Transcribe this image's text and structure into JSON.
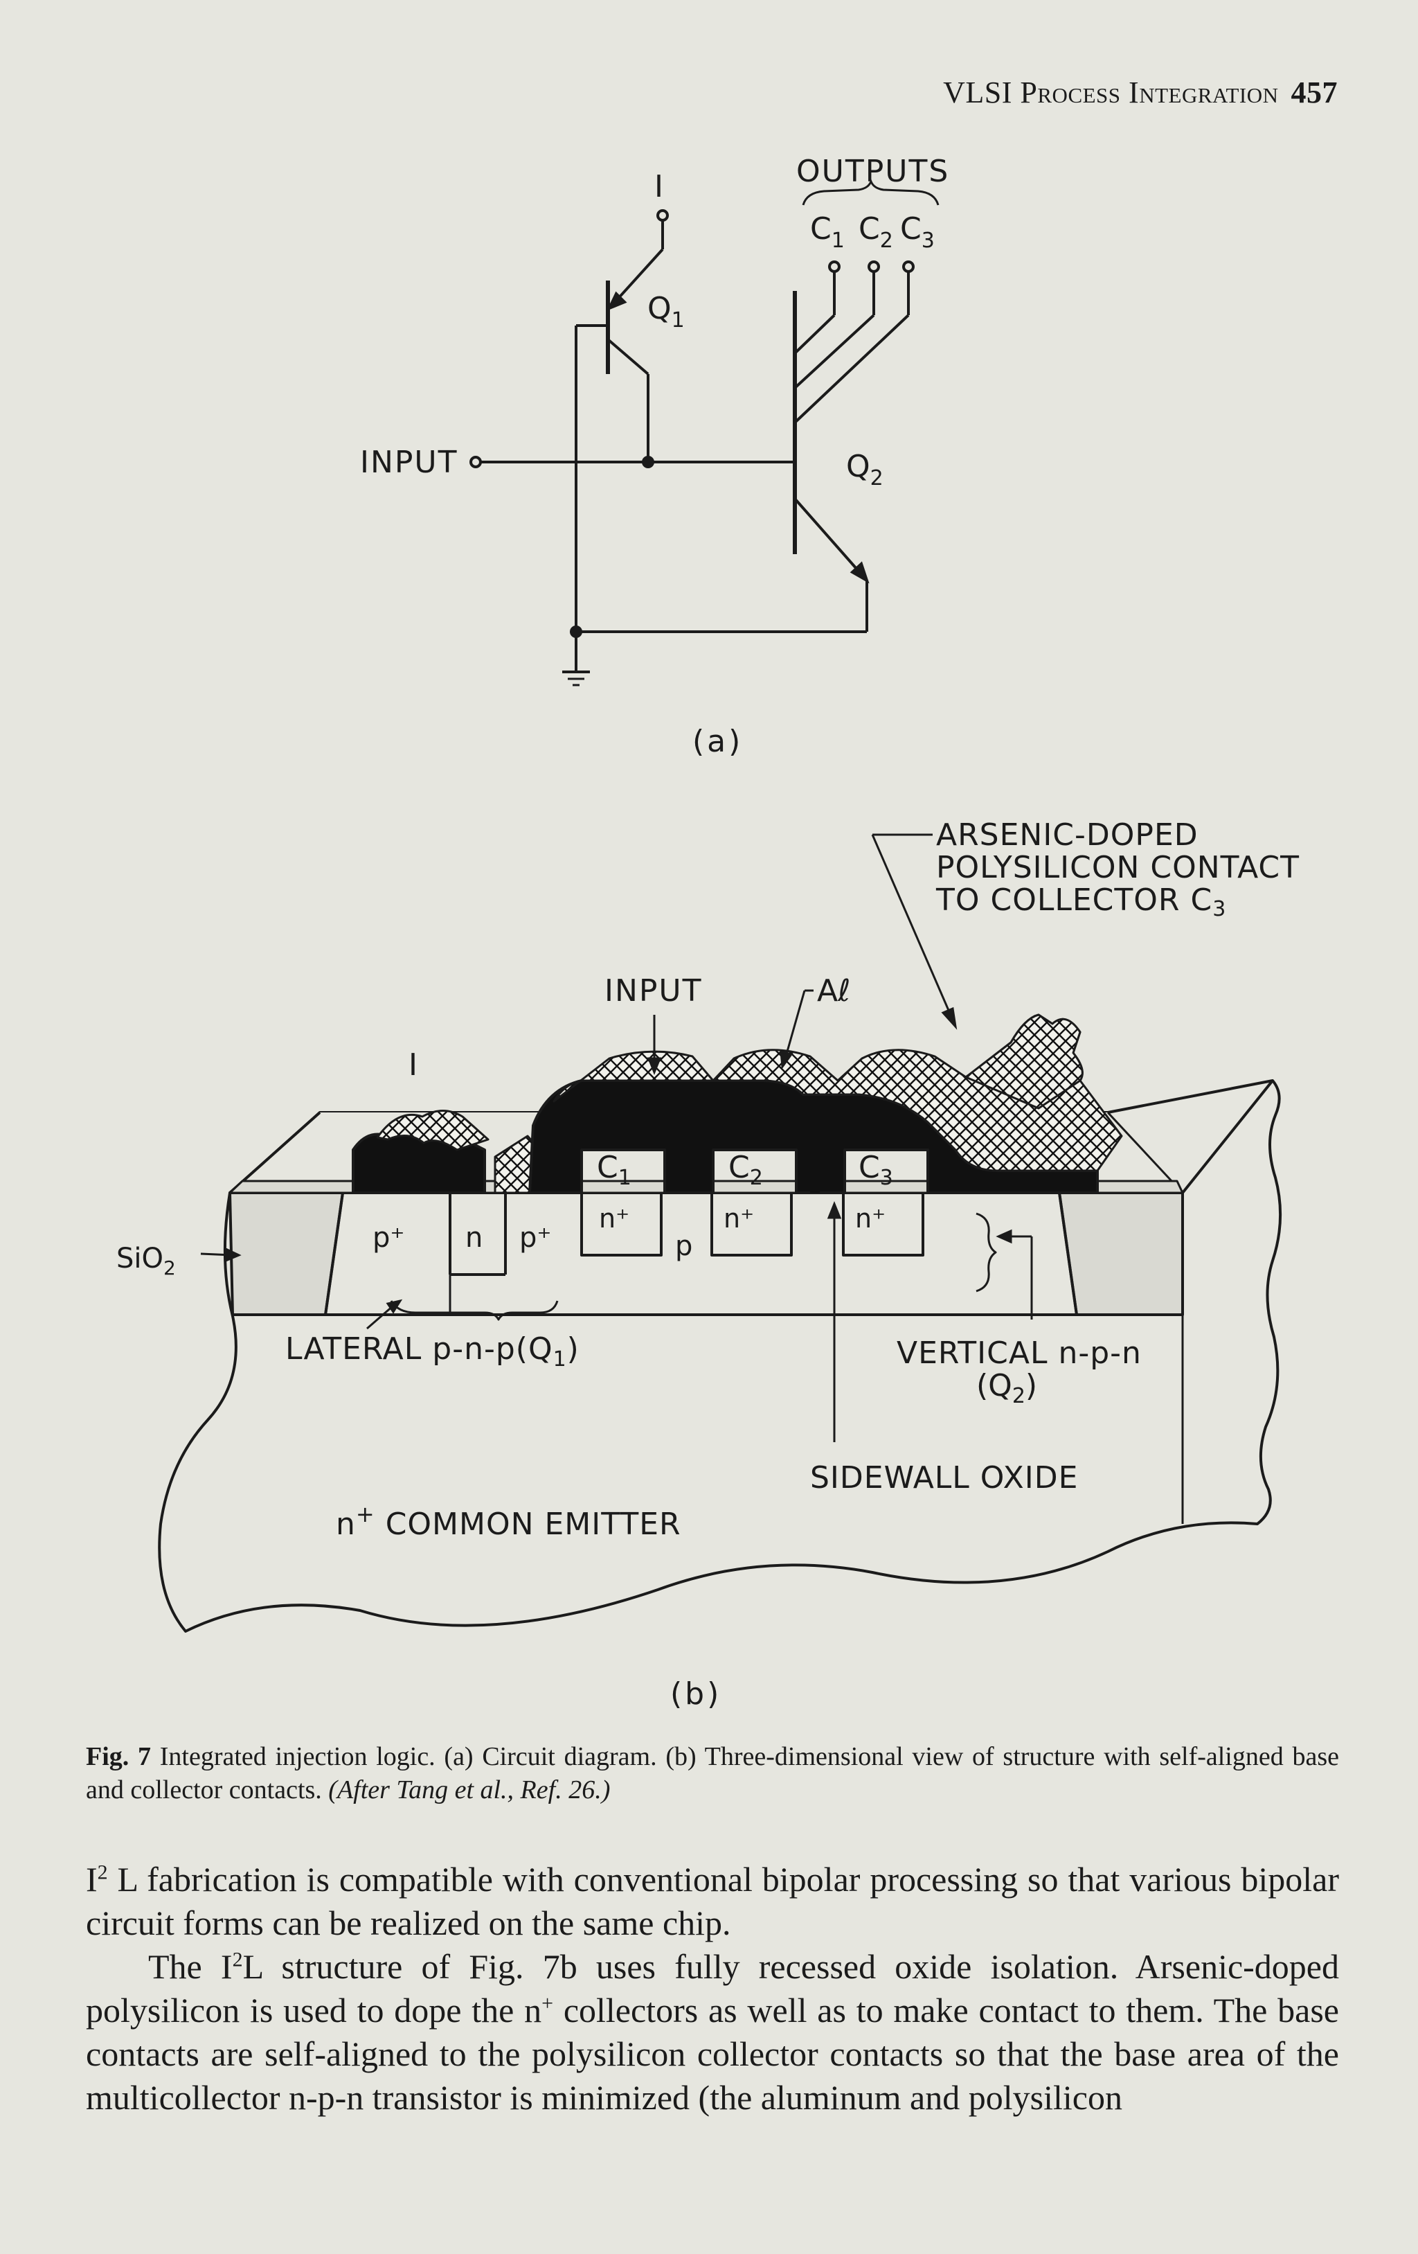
{
  "header": {
    "running_title_prefix": "VLSI ",
    "running_title_sc": "Process Integration",
    "page_number": "457"
  },
  "figure_a": {
    "label_I": "I",
    "label_outputs": "OUTPUTS",
    "label_c1": "C",
    "label_c1_sub": "1",
    "label_c2": "C",
    "label_c2_sub": "2",
    "label_c3": "C",
    "label_c3_sub": "3",
    "label_q1": "Q",
    "label_q1_sub": "1",
    "label_q2": "Q",
    "label_q2_sub": "2",
    "label_input": "INPUT",
    "panel_label": "(a)"
  },
  "figure_b": {
    "label_arsenic_1": "ARSENIC-DOPED",
    "label_arsenic_2": "POLYSILICON CONTACT",
    "label_arsenic_3": "TO COLLECTOR C",
    "label_arsenic_3_sub": "3",
    "label_input": "INPUT",
    "label_al": "Aℓ",
    "label_I": "I",
    "label_sio2": "SiO",
    "label_sio2_sub": "2",
    "label_c1": "C",
    "label_c1_sub": "1",
    "label_c2": "C",
    "label_c2_sub": "2",
    "label_c3": "C",
    "label_c3_sub": "3",
    "label_p_plus": "p⁺",
    "label_n": "n",
    "label_n_plus": "n⁺",
    "label_p": "p",
    "label_lateral": "LATERAL p-n-p(Q",
    "label_lateral_sub": "1",
    "label_lateral_end": ")",
    "label_vertical_1": "VERTICAL n-p-n",
    "label_vertical_2": "(Q",
    "label_vertical_2_sub": "2",
    "label_vertical_2_end": ")",
    "label_sidewall": "SIDEWALL OXIDE",
    "label_emitter_n": "n",
    "label_emitter_sup": "+",
    "label_emitter": " COMMON EMITTER",
    "panel_label": "(b)"
  },
  "caption": {
    "fig_label": "Fig. 7",
    "text": " Integrated injection logic. (a) Circuit diagram. (b) Three-dimensional view of structure with self-aligned base and collector contacts. ",
    "citation": "(After Tang et al., Ref. 26.)"
  },
  "body": {
    "p1_prefix": "I",
    "p1_sup": "2",
    "p1_text": " L fabrication is compatible with conventional bipolar processing so that various bipolar circuit forms can be realized on the same chip.",
    "p2_start": "The I",
    "p2_sup1": "2",
    "p2_mid1": "L structure of Fig. 7b uses fully recessed oxide isolation. Arsenic-doped polysilicon is used to dope the n",
    "p2_sup2": "+",
    "p2_end": " collectors as well as to make contact to them. The base contacts are self-aligned to the polysilicon collector contacts so that the base area of the multicollector n-p-n transistor is minimized (the aluminum and polysilicon"
  },
  "colors": {
    "paper": "#e6e6df",
    "ink": "#1b1b1b",
    "oxide_fill": "#d9d9d2",
    "metal_fill": "#111111"
  }
}
